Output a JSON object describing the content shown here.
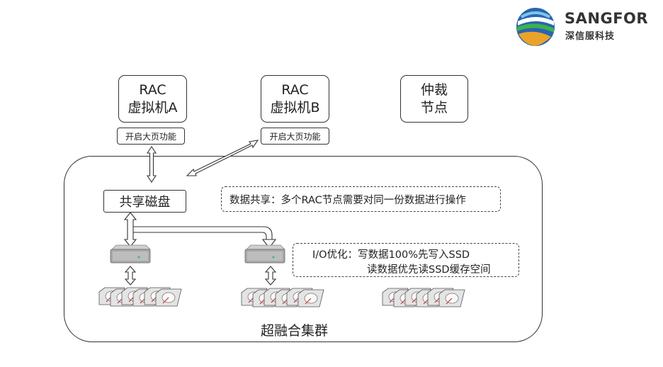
{
  "logo": {
    "brand": "SANGFOR",
    "brand_cn": "深信服科技",
    "colors": [
      "#2a64b0",
      "#3bb34a",
      "#e9a32a"
    ]
  },
  "nodes": {
    "rac_a": {
      "line1": "RAC",
      "line2": "虚拟机A",
      "feature": "开启大页功能"
    },
    "rac_b": {
      "line1": "RAC",
      "line2": "虚拟机B",
      "feature": "开启大页功能"
    },
    "arbiter": {
      "line1": "仲裁",
      "line2": "节点"
    }
  },
  "shared_disk": {
    "label": "共享磁盘"
  },
  "notes": {
    "data_sharing": "数据共享：多个RAC节点需要对同一份数据进行操作",
    "io_line1": "I/O优化：写数据100%先写入SSD",
    "io_line2": "读数据优先读SSD缓存空间"
  },
  "cluster": {
    "label": "超融合集群"
  }
}
